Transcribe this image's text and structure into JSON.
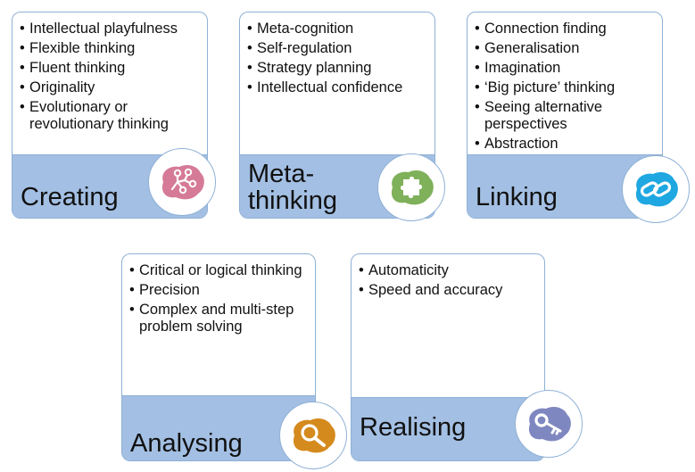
{
  "cards": [
    {
      "title": "Creating",
      "items": [
        "Intellectual playfulness",
        "Flexible thinking",
        "Fluent thinking",
        "Originality",
        "Evolutionary or revolutionary thinking"
      ],
      "icon": "brain-icon",
      "icon_color": "#d57a97"
    },
    {
      "title": "Meta-thinking",
      "items": [
        "Meta-cognition",
        "Self-regulation",
        "Strategy planning",
        "Intellectual confidence"
      ],
      "icon": "puzzle-icon",
      "icon_color": "#7fb05a"
    },
    {
      "title": "Linking",
      "items": [
        "Connection finding",
        "Generalisation",
        "Imagination",
        "‘Big picture’ thinking",
        "Seeing alternative perspectives",
        "Abstraction"
      ],
      "icon": "chain-link-icon",
      "icon_color": "#1ea7e1"
    },
    {
      "title": "Analysing",
      "items": [
        "Critical or logical thinking",
        "Precision",
        "Complex and multi-step problem solving"
      ],
      "icon": "magnifier-icon",
      "icon_color": "#d58a1e"
    },
    {
      "title": "Realising",
      "items": [
        "Automaticity",
        "Speed and accuracy"
      ],
      "icon": "key-icon",
      "icon_color": "#7f87c0"
    }
  ]
}
